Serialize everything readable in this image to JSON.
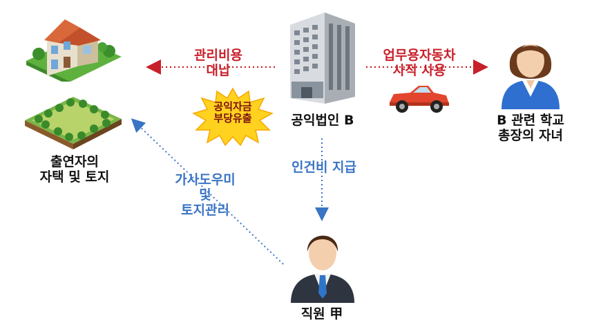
{
  "labels": {
    "management_fee": [
      "관리비용",
      "대납"
    ],
    "car_private_use": [
      "업무용자동차",
      "사적 사용"
    ],
    "public_funds": [
      "공익자금",
      "부당유출"
    ],
    "corporation": "공익법인 B",
    "house_land": [
      "출연자의",
      "자택 및 토지"
    ],
    "principal_children": [
      "B 관련 학교",
      "총장의 자녀"
    ],
    "personnel_cost": "인건비 지급",
    "housework": [
      "가사도우미",
      "및",
      "토지관리"
    ],
    "employee": "직원 甲"
  },
  "colors": {
    "red_arrow": "#c8202a",
    "blue_arrow": "#3a74c4",
    "burst_yellow": "#ffd21f",
    "car_red": "#e2462c",
    "building_gray": "#c9ccd1"
  },
  "icons": [
    "house-icon",
    "land-icon",
    "building-icon",
    "burst-icon",
    "car-icon",
    "woman-icon",
    "man-icon"
  ]
}
